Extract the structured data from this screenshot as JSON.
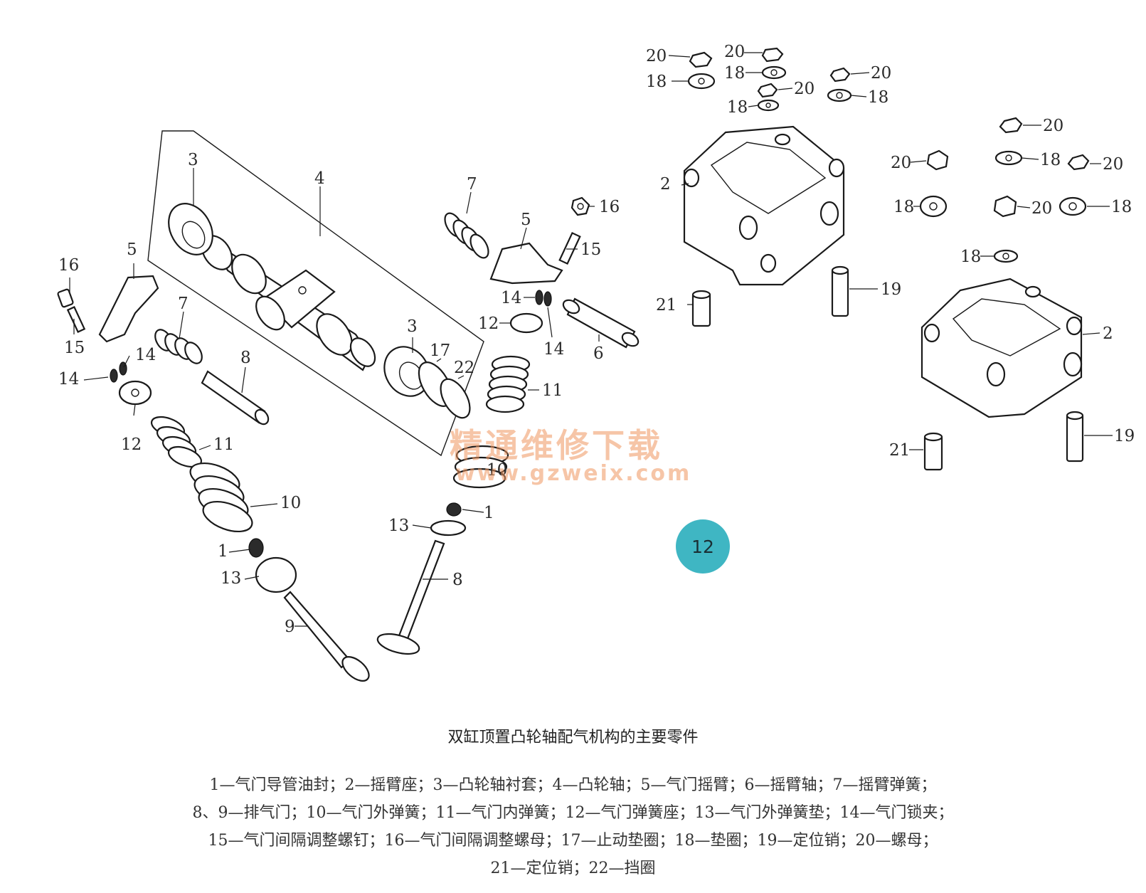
{
  "caption": {
    "title": "双缸顶置凸轮轴配气机构的主要零件",
    "legend_lines": [
      "1—气门导管油封；2—摇臂座；3—凸轮轴衬套；4—凸轮轴；5—气门摇臂；6—摇臂轴；7—摇臂弹簧；",
      "8、9—排气门；10—气门外弹簧；11—气门内弹簧；12—气门弹簧座；13—气门外弹簧垫；14—气门锁夹；",
      "15—气门间隔调整螺钉；16—气门间隔调整螺母；17—止动垫圈；18—垫圈；19—定位销；20—螺母；",
      "21—定位销；22—挡圈"
    ]
  },
  "watermark": {
    "text_cn": "精通维修下载",
    "url": "www.gzweix.com"
  },
  "badge": {
    "number": "12"
  },
  "part_labels": {
    "n1": "1",
    "n2": "2",
    "n3": "3",
    "n4": "4",
    "n5": "5",
    "n6": "6",
    "n7": "7",
    "n8": "8",
    "n9": "9",
    "n10": "10",
    "n11": "11",
    "n12": "12",
    "n13": "13",
    "n14": "14",
    "n15": "15",
    "n16": "16",
    "n17": "17",
    "n18": "18",
    "n19": "19",
    "n20": "20",
    "n21": "21",
    "n22": "22"
  }
}
